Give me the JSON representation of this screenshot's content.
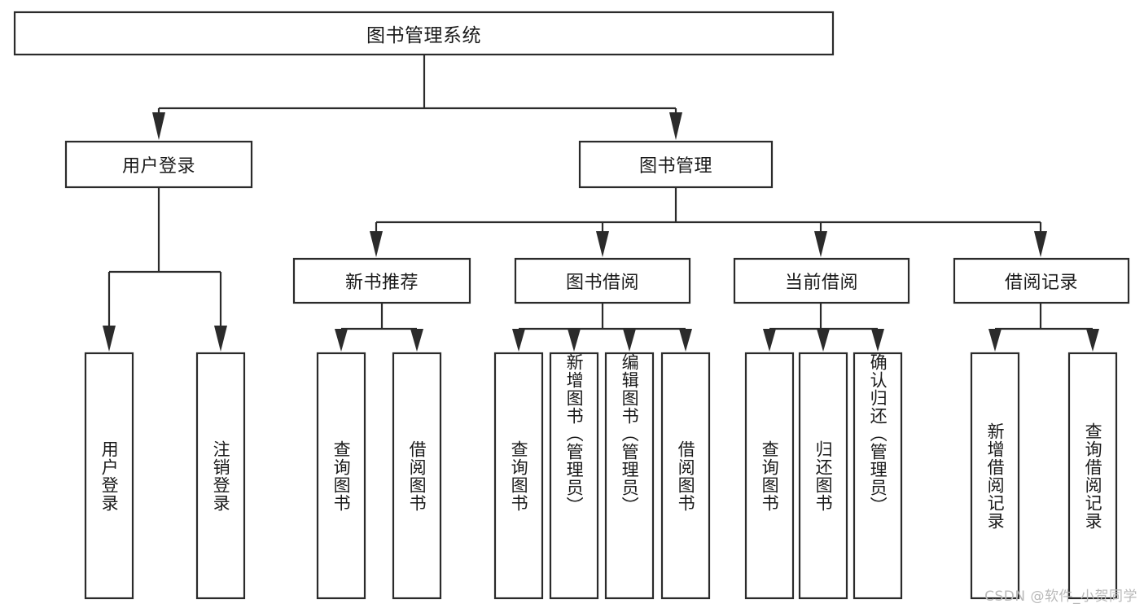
{
  "diagram": {
    "title": "图书管理系统",
    "type": "functional-structure-tree",
    "root": {
      "label": "图书管理系统"
    },
    "level2": [
      {
        "label": "用户登录"
      },
      {
        "label": "图书管理"
      }
    ],
    "level3": [
      {
        "label": "新书推荐"
      },
      {
        "label": "图书借阅"
      },
      {
        "label": "当前借阅"
      },
      {
        "label": "借阅记录"
      }
    ],
    "leaves_user_login": [
      {
        "label": "用户登录"
      },
      {
        "label": "注销登录"
      }
    ],
    "leaves_new_book": [
      {
        "label": "查询图书"
      },
      {
        "label": "借阅图书"
      }
    ],
    "leaves_book_borrow": [
      {
        "label": "查询图书"
      },
      {
        "label": "新增图书（管理员）"
      },
      {
        "label": "编辑图书（管理员）"
      },
      {
        "label": "借阅图书"
      }
    ],
    "leaves_current_borrow": [
      {
        "label": "查询图书"
      },
      {
        "label": "归还图书"
      },
      {
        "label": "确认归还（管理员）"
      }
    ],
    "leaves_borrow_record": [
      {
        "label": "新增借阅记录"
      },
      {
        "label": "查询借阅记录"
      }
    ]
  },
  "watermark": {
    "text": "CSDN @软件_小贺同学"
  },
  "colors": {
    "stroke": "#2b2b2b",
    "box_fill": "#ffffff",
    "text": "#1a1a1a",
    "watermark": "#b9b9b9",
    "background": "#ffffff"
  }
}
